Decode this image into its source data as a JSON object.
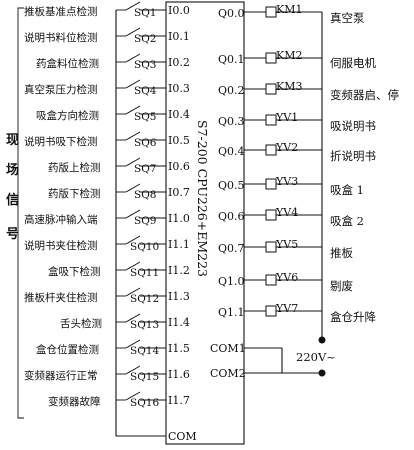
{
  "side_label": [
    "现",
    "场",
    "信",
    "号"
  ],
  "plc_model": "S7-200 CPU226+EM223",
  "inputs": [
    {
      "label": "推板基准点检测",
      "switch": "SQ1",
      "address": "I0.0"
    },
    {
      "label": "说明书料位检测",
      "switch": "SQ2",
      "address": "I0.1"
    },
    {
      "label": "药盒料位检测",
      "switch": "SQ3",
      "address": "I0.2"
    },
    {
      "label": "真空泵压力检测",
      "switch": "SQ4",
      "address": "I0.3"
    },
    {
      "label": "吸盒方向检测",
      "switch": "SQ5",
      "address": "I0.4"
    },
    {
      "label": "说明书吸下检测",
      "switch": "SQ6",
      "address": "I0.5"
    },
    {
      "label": "药版上检测",
      "switch": "SQ7",
      "address": "I0.6"
    },
    {
      "label": "药版下检测",
      "switch": "SQ8",
      "address": "I0.7"
    },
    {
      "label": "高速脉冲输入端",
      "switch": "SQ9",
      "address": "I1.0"
    },
    {
      "label": "说明书夹住检测",
      "switch": "SQ10",
      "address": "I1.1"
    },
    {
      "label": "盒吸下检测",
      "switch": "SQ11",
      "address": "I1.2"
    },
    {
      "label": "推板杆夹住检测",
      "switch": "SQ12",
      "address": "I1.3"
    },
    {
      "label": "舌头检测",
      "switch": "SQ13",
      "address": "I1.4"
    },
    {
      "label": "盒仓位置检测",
      "switch": "SQ14",
      "address": "I1.5"
    },
    {
      "label": "变频器运行正常",
      "switch": "SQ15",
      "address": "I1.6"
    },
    {
      "label": "变频器故障",
      "switch": "SQ16",
      "address": "I1.7"
    }
  ],
  "input_common": "COM",
  "outputs": [
    {
      "address": "Q0.0",
      "device": "KM1",
      "label": "真空泵"
    },
    {
      "address": "Q0.1",
      "device": "KM2",
      "label": "伺服电机"
    },
    {
      "address": "Q0.2",
      "device": "KM3",
      "label": "变频器启、停"
    },
    {
      "address": "Q0.3",
      "device": "YV1",
      "label": "吸说明书"
    },
    {
      "address": "Q0.4",
      "device": "YV2",
      "label": "折说明书"
    },
    {
      "address": "Q0.5",
      "device": "YV3",
      "label": "吸盒 1"
    },
    {
      "address": "Q0.6",
      "device": "YV4",
      "label": "吸盒 2"
    },
    {
      "address": "Q0.7",
      "device": "YV5",
      "label": "推板"
    },
    {
      "address": "Q1.0",
      "device": "YV6",
      "label": "剔废"
    },
    {
      "address": "Q1.1",
      "device": "YV7",
      "label": "盒仓升降"
    }
  ],
  "output_commons": [
    "COM1",
    "COM2"
  ],
  "supply_label": "220V~"
}
